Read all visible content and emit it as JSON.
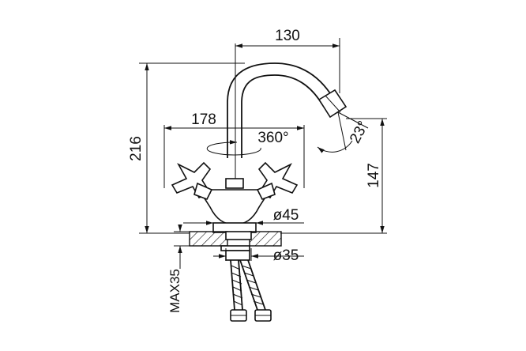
{
  "dimensions": {
    "spout_reach": "130",
    "handle_span": "178",
    "rotation": "360°",
    "total_height": "216",
    "spout_height": "147",
    "angle": "23°",
    "base_diameter": "ø45",
    "hole_diameter": "ø35",
    "max_thickness": "MAX35"
  }
}
